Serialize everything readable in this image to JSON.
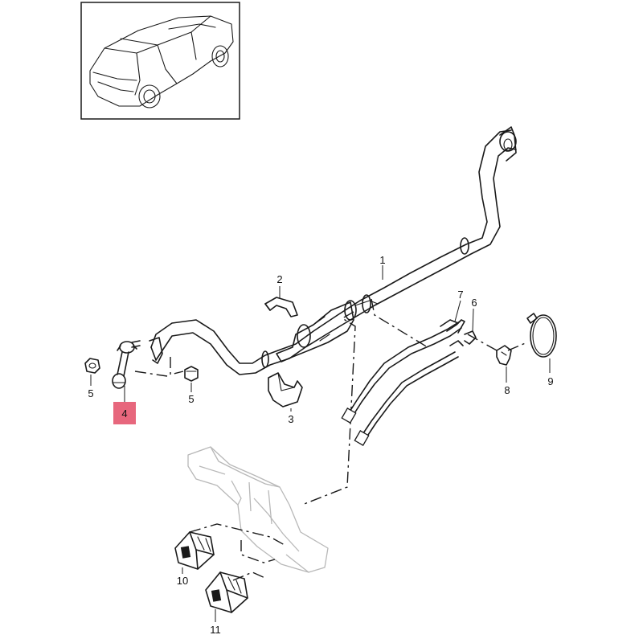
{
  "diagram": {
    "highlight_color": "#e7677d",
    "parts": [
      {
        "id": "p1",
        "label": "1",
        "name": "stabilizer-bar"
      },
      {
        "id": "p2",
        "label": "2",
        "name": "bushing-upper"
      },
      {
        "id": "p3",
        "label": "3",
        "name": "bushing-lower"
      },
      {
        "id": "p4",
        "label": "4",
        "name": "stabilizer-link",
        "highlighted": true
      },
      {
        "id": "p5a",
        "label": "5",
        "name": "nut"
      },
      {
        "id": "p5b",
        "label": "5",
        "name": "bolt"
      },
      {
        "id": "p6",
        "label": "6",
        "name": "hose-bracket"
      },
      {
        "id": "p7",
        "label": "7",
        "name": "hose-line"
      },
      {
        "id": "p8",
        "label": "8",
        "name": "clip"
      },
      {
        "id": "p9",
        "label": "9",
        "name": "clamp-ring"
      },
      {
        "id": "p10",
        "label": "10",
        "name": "rubber-mount-front"
      },
      {
        "id": "p11",
        "label": "11",
        "name": "rubber-mount-rear"
      }
    ]
  }
}
